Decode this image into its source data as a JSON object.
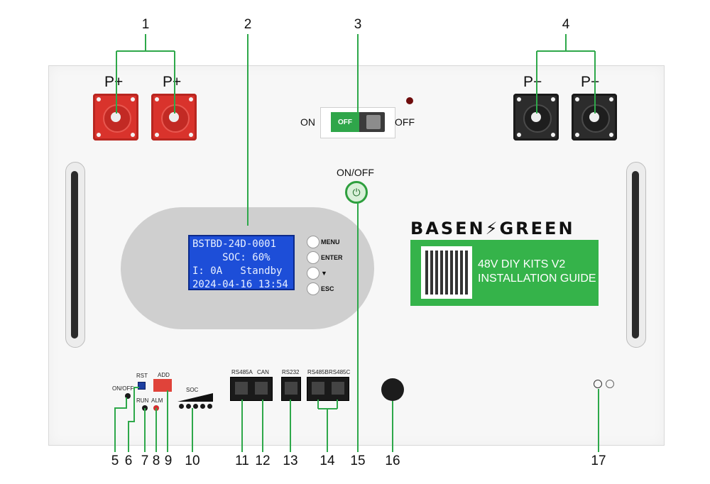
{
  "terminals": {
    "positive_left_label": "P+",
    "positive_right_label": "P+",
    "negative_left_label": "P−",
    "negative_right_label": "P−"
  },
  "switch": {
    "on_label": "ON",
    "off_label": "OFF",
    "rocker_text": "OFF"
  },
  "power_button": {
    "label": "ON/OFF"
  },
  "lcd": {
    "line1": "BSTBD-24D-0001",
    "line2": "     SOC: 60%",
    "line3": "I: 0A   Standby",
    "line4": "2024-04-16 13:54"
  },
  "keys": {
    "menu": "MENU",
    "enter": "ENTER",
    "down": "▼",
    "esc": "ESC"
  },
  "brand": {
    "name": "BASEN⚡GREEN",
    "guide_line1": "48V DIY KITS V2",
    "guide_line2": "INSTALLATION GUIDE"
  },
  "bottom_labels": {
    "on_off": "ON/OFF",
    "rst": "RST",
    "add": "ADD",
    "run": "RUN",
    "alm": "ALM",
    "soc": "SOC",
    "rs485a": "RS485A",
    "can": "CAN",
    "rs232": "RS232",
    "rs485b": "RS485B",
    "rs485c": "RS485C"
  },
  "callouts": [
    "1",
    "2",
    "3",
    "4",
    "5",
    "6",
    "7",
    "8",
    "9",
    "10",
    "11",
    "12",
    "13",
    "14",
    "15",
    "16",
    "17"
  ],
  "colors": {
    "callout_line": "#2ea84a",
    "terminal_positive": "#d9332c",
    "terminal_negative": "#2c2c2c",
    "lcd_bg": "#1d4ed8",
    "guide_bg": "#35b34a"
  }
}
